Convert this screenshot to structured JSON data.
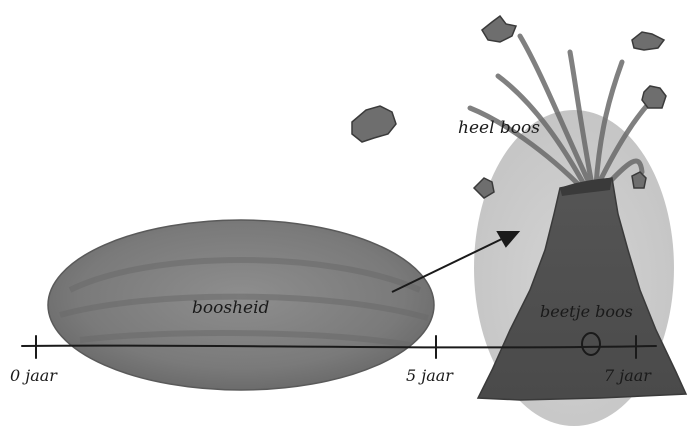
{
  "labels": {
    "anger_label": "boosheid",
    "very_angry": "heel boos",
    "bit_angry": "beetje boos"
  },
  "timeline": {
    "start_label": "0 jaar",
    "middle_label": "5 jaar",
    "end_label": "7 jaar"
  },
  "colors": {
    "melon": "#7a7a7a",
    "halo": "#c4c4c4",
    "volcano": "#4f4f4f",
    "ink": "#1a1a1a"
  }
}
